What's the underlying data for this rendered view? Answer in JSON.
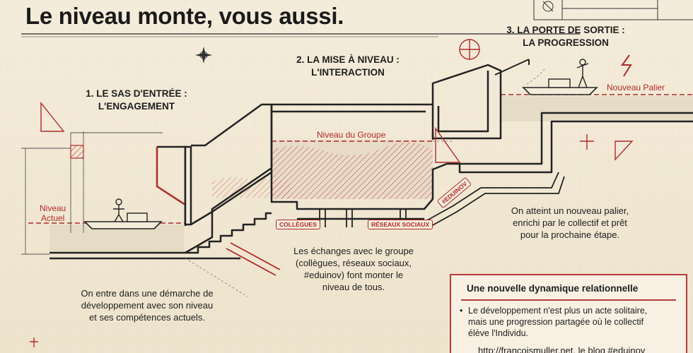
{
  "title": "Le niveau monte, vous aussi.",
  "step1": {
    "line1": "1. LE SAS D'ENTRÉE :",
    "line2": "L'ENGAGEMENT"
  },
  "step2": {
    "line1": "2. LA MISE À NIVEAU :",
    "line2": "L'INTERACTION"
  },
  "step3": {
    "line1": "3. LA PORTE DE SORTIE :",
    "line2": "LA PROGRESSION"
  },
  "labels": {
    "niveau_actuel_1": "Niveau",
    "niveau_actuel_2": "Actuel",
    "niveau_du_groupe": "Niveau du Groupe",
    "nouveau_palier": "Nouveau Palier"
  },
  "pipes": {
    "college": "COLLÈGUES",
    "reseaux": "RÉSEAUX SOCIAUX",
    "eduinov": "#EDUINOV"
  },
  "desc1": {
    "line1": "On entre dans une démarche de",
    "line2": "développement avec son niveau",
    "line3": "et ses compétences actuels."
  },
  "desc2": {
    "line1": "Les échanges avec le groupe",
    "line2": "(collègues, réseaux sociaux,",
    "line3": "#eduinov) font monter le",
    "line4": "niveau de tous."
  },
  "desc3": {
    "line1": "On atteint un nouveau palier,",
    "line2": "enrichi par le collectif et prêt",
    "line3": "pour la prochaine étape."
  },
  "summary": {
    "title": "Une nouvelle dynamique relationnelle",
    "bullet_line1": "Le développement n'est plus un acte solitaire,",
    "bullet_line2": "mais une progression partagée où le collectif",
    "bullet_line3": "élève l'Individu."
  },
  "footer_url": "http://francoismuller.net, le blog #eduinov",
  "colors": {
    "ink": "#1e1e1e",
    "accent": "#b02a2a",
    "water": "#e6dcc6",
    "paper": "#f1e8d6"
  }
}
